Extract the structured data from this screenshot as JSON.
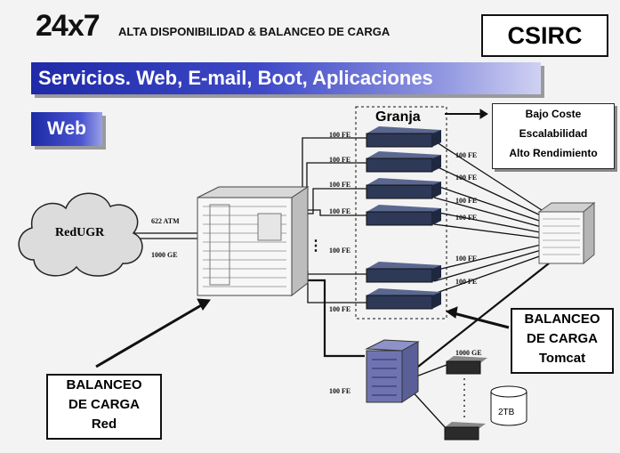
{
  "header": {
    "big": "24x7",
    "subtitle": "ALTA DISPONIBILIDAD & BALANCEO DE CARGA",
    "badge": "CSIRC"
  },
  "banner": "Servicios. Web, E-mail, Boot, Aplicaciones",
  "section": "Web",
  "cloud": "RedUGR",
  "links": {
    "atm": "622 ATM",
    "ge": "1000 GE",
    "ge_small": "1000 GE",
    "fe": "100 FE",
    "dots": "⋮"
  },
  "farm": {
    "title": "Granja",
    "features": [
      "Bajo Coste",
      "Escalabilidad",
      "Alto Rendimiento"
    ]
  },
  "lb_net": [
    "BALANCEO",
    "DE CARGA",
    "Red"
  ],
  "lb_tomcat": [
    "BALANCEO",
    "DE CARGA",
    "Tomcat"
  ],
  "storage": "2TB",
  "colors": {
    "banner": "#2a36b8",
    "accent": "#1d2aa6",
    "server": "#3c4a6e",
    "storage": "#6a6fa8"
  }
}
